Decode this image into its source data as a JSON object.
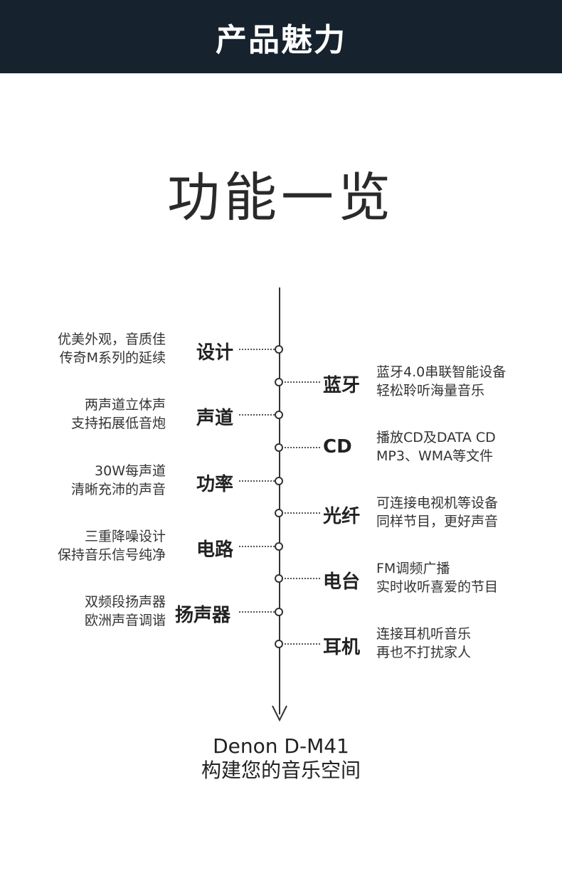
{
  "header": {
    "title": "产品魅力"
  },
  "main_title": "功能一览",
  "left_items": [
    {
      "label": "设计",
      "lines": [
        "优美外观，音质佳",
        "传奇M系列的延续"
      ]
    },
    {
      "label": "声道",
      "lines": [
        "两声道立体声",
        "支持拓展低音炮"
      ]
    },
    {
      "label": "功率",
      "lines": [
        "30W每声道",
        "清晰充沛的声音"
      ]
    },
    {
      "label": "电路",
      "lines": [
        "三重降噪设计",
        "保持音乐信号纯净"
      ]
    },
    {
      "label": "扬声器",
      "lines": [
        "双频段扬声器",
        "欧洲声音调谐"
      ]
    }
  ],
  "right_items": [
    {
      "label": "蓝牙",
      "lines": [
        "蓝牙4.0串联智能设备",
        "轻松聆听海量音乐"
      ]
    },
    {
      "label": "CD",
      "lines": [
        "播放CD及DATA CD",
        "MP3、WMA等文件"
      ]
    },
    {
      "label": "光纤",
      "lines": [
        "可连接电视机等设备",
        "同样节目，更好声音"
      ]
    },
    {
      "label": "电台",
      "lines": [
        "FM调频广播",
        "实时收听喜爱的节目"
      ]
    },
    {
      "label": "耳机",
      "lines": [
        "连接耳机听音乐",
        "再也不打扰家人"
      ]
    }
  ],
  "footer": {
    "line1": "Denon D-M41",
    "line2": "构建您的音乐空间"
  }
}
